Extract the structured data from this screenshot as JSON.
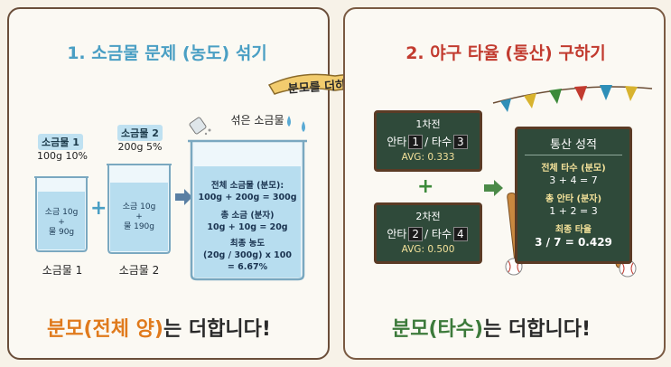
{
  "left": {
    "title": "1. 소금물 문제 (농도) 섞기",
    "saltwater1": {
      "tag": "소금물 1",
      "spec": "100g 10%",
      "inside_1": "소금 10g",
      "inside_2": "+",
      "inside_3": "물 90g",
      "label": "소금물 1"
    },
    "saltwater2": {
      "tag": "소금물 2",
      "spec": "200g 5%",
      "inside_1": "소금 10g",
      "inside_2": "+",
      "inside_3": "물 190g",
      "label": "소금물 2"
    },
    "mixed": {
      "label": "섞은 소금물",
      "line1": "전체 소금물 (분모):",
      "line2": "100g + 200g = 300g",
      "line3": "총 소금 (분자)",
      "line4": "10g + 10g = 20g",
      "line5": "최종 농도",
      "line6": "(20g / 300g) x 100",
      "line7": "= 6.67%"
    },
    "bottom_a": "분모(전체 양)",
    "bottom_b": "는 더합니다!"
  },
  "banner": "분모를 더하는 원리",
  "right": {
    "title": "2. 야구 타율 (통산) 구하기",
    "game1": {
      "title": "1차전",
      "hits_label": "안타",
      "hits": "1",
      "sep": "/ 타수",
      "at_bats": "3",
      "avg": "AVG: 0.333"
    },
    "game2": {
      "title": "2차전",
      "hits_label": "안타",
      "hits": "2",
      "sep": "/ 타수",
      "at_bats": "4",
      "avg": "AVG: 0.500"
    },
    "total": {
      "title": "통산 성적",
      "l1": "전체 타수 (분모)",
      "l2": "3 + 4 = 7",
      "l3": "총 안타 (분자)",
      "l4": "1 + 2 = 3",
      "l5": "최종 타율",
      "l6": "3 / 7 = 0.429"
    },
    "bottom_a": "분모(타수)",
    "bottom_b": "는 더합니다!"
  },
  "colors": {
    "left_title": "#4a9fc4",
    "right_title": "#c23b2f",
    "orange": "#e07a1c",
    "green": "#3c7a3a",
    "board": "#2f4a3a"
  }
}
